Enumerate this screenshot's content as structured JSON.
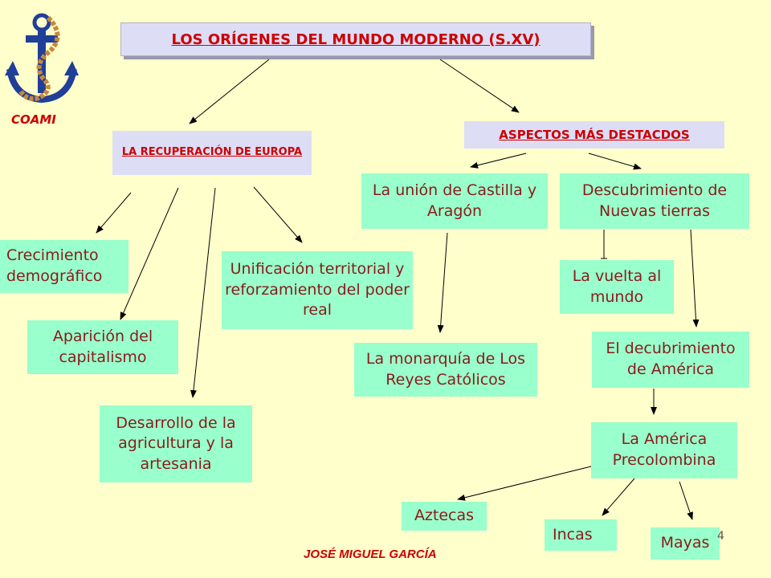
{
  "title": "LOS ORÍGENES DEL MUNDO MODERNO (S.XV)",
  "left_branch": {
    "header": "LA RECUPERACIÓN DE EUROPA",
    "items": [
      "Crecimiento demográfico",
      "Aparición del capitalismo",
      "Desarrollo de la agricultura y la artesania",
      "Unificación territorial y reforzamiento del poder real"
    ]
  },
  "right_branch": {
    "header": "ASPECTOS MÁS DESTACDOS",
    "union": "La unión de Castilla y Aragón",
    "monarquia": "La monarquía de Los Reyes Católicos",
    "descubrimiento": "Descubrimiento de Nuevas tierras",
    "vuelta": "La vuelta al mundo",
    "america": "El decubrimiento de América",
    "precolombina": "La América Precolombina",
    "civilizations": [
      "Aztecas",
      "Incas",
      "Mayas"
    ]
  },
  "logo_text": "COAMI",
  "author": "JOSÉ MIGUEL GARCÍA",
  "page_number": "4",
  "colors": {
    "background": "#ffffcc",
    "box": "#99ffcc",
    "header_box": "#ddddf5",
    "accent": "#cc0000",
    "text": "#8b1a1a"
  }
}
